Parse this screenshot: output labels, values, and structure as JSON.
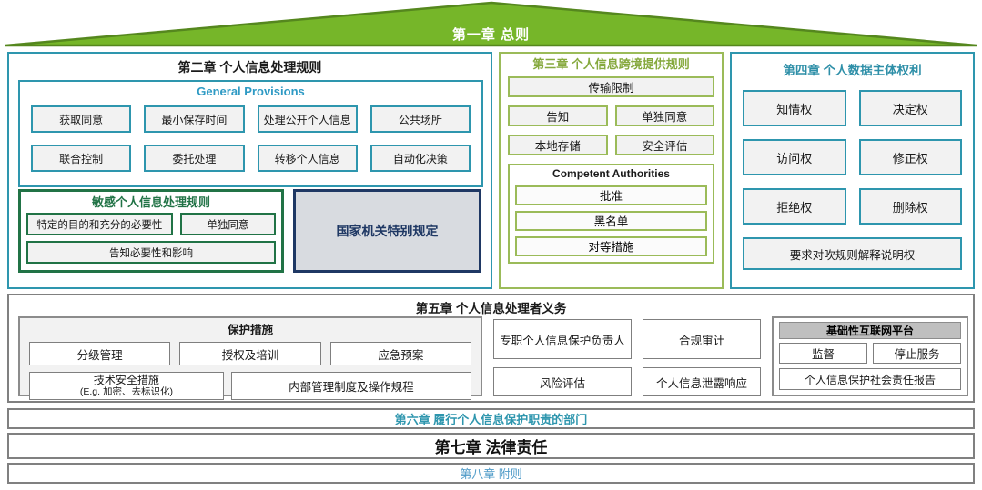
{
  "colors": {
    "roof_green": "#76B629",
    "roof_border": "#55871E",
    "teal": "#2E96AE",
    "teal_text": "#2E9AC4",
    "light_green": "#9BBB59",
    "light_green_text": "#86A93E",
    "dark_green": "#217346",
    "navy": "#1F3864",
    "gray_border": "#808080",
    "cell_fill": "#F2F2F2",
    "platform_header_fill": "#BFBFBF"
  },
  "roof": {
    "title": "第一章 总则"
  },
  "ch2": {
    "title": "第二章 个人信息处理规则",
    "gp": {
      "title": "General Provisions",
      "items": [
        "获取同意",
        "最小保存时间",
        "处理公开个人信息",
        "公共场所",
        "联合控制",
        "委托处理",
        "转移个人信息",
        "自动化决策"
      ]
    },
    "sensitive": {
      "title": "敏感个人信息处理规则",
      "item1": "特定的目的和充分的必要性",
      "item2": "单独同意",
      "item3": "告知必要性和影响"
    },
    "state_organs": "国家机关特别规定"
  },
  "ch3": {
    "title": "第三章 个人信息跨境提供规则",
    "transfer_restriction": "传输限制",
    "items": [
      "告知",
      "单独同意",
      "本地存储",
      "安全评估"
    ],
    "ca": {
      "title": "Competent Authorities",
      "items": [
        "批准",
        "黑名单",
        "对等措施"
      ]
    }
  },
  "ch4": {
    "title": "第四章 个人数据主体权利",
    "items": [
      "知情权",
      "决定权",
      "访问权",
      "修正权",
      "拒绝权",
      "删除权"
    ],
    "wide": "要求对吹规则解释说明权"
  },
  "ch5": {
    "title": "第五章 个人信息处理者义务",
    "protection": {
      "title": "保护措施",
      "items": [
        "分级管理",
        "授权及培训",
        "应急预案"
      ],
      "tech_line1": "技术安全措施",
      "tech_line2": "(E.g. 加密、去标识化)",
      "internal": "内部管理制度及操作规程"
    },
    "dpo": "专职个人信息保护负责人",
    "audit": "合规审计",
    "risk": "风险评估",
    "breach": "个人信息泄露响应",
    "platform": {
      "title": "基础性互联网平台",
      "items": [
        "监督",
        "停止服务"
      ],
      "report": "个人信息保护社会责任报告"
    }
  },
  "bands": {
    "ch6": "第六章 履行个人信息保护职责的部门",
    "ch7": "第七章 法律责任",
    "ch8": "第八章 附则"
  }
}
